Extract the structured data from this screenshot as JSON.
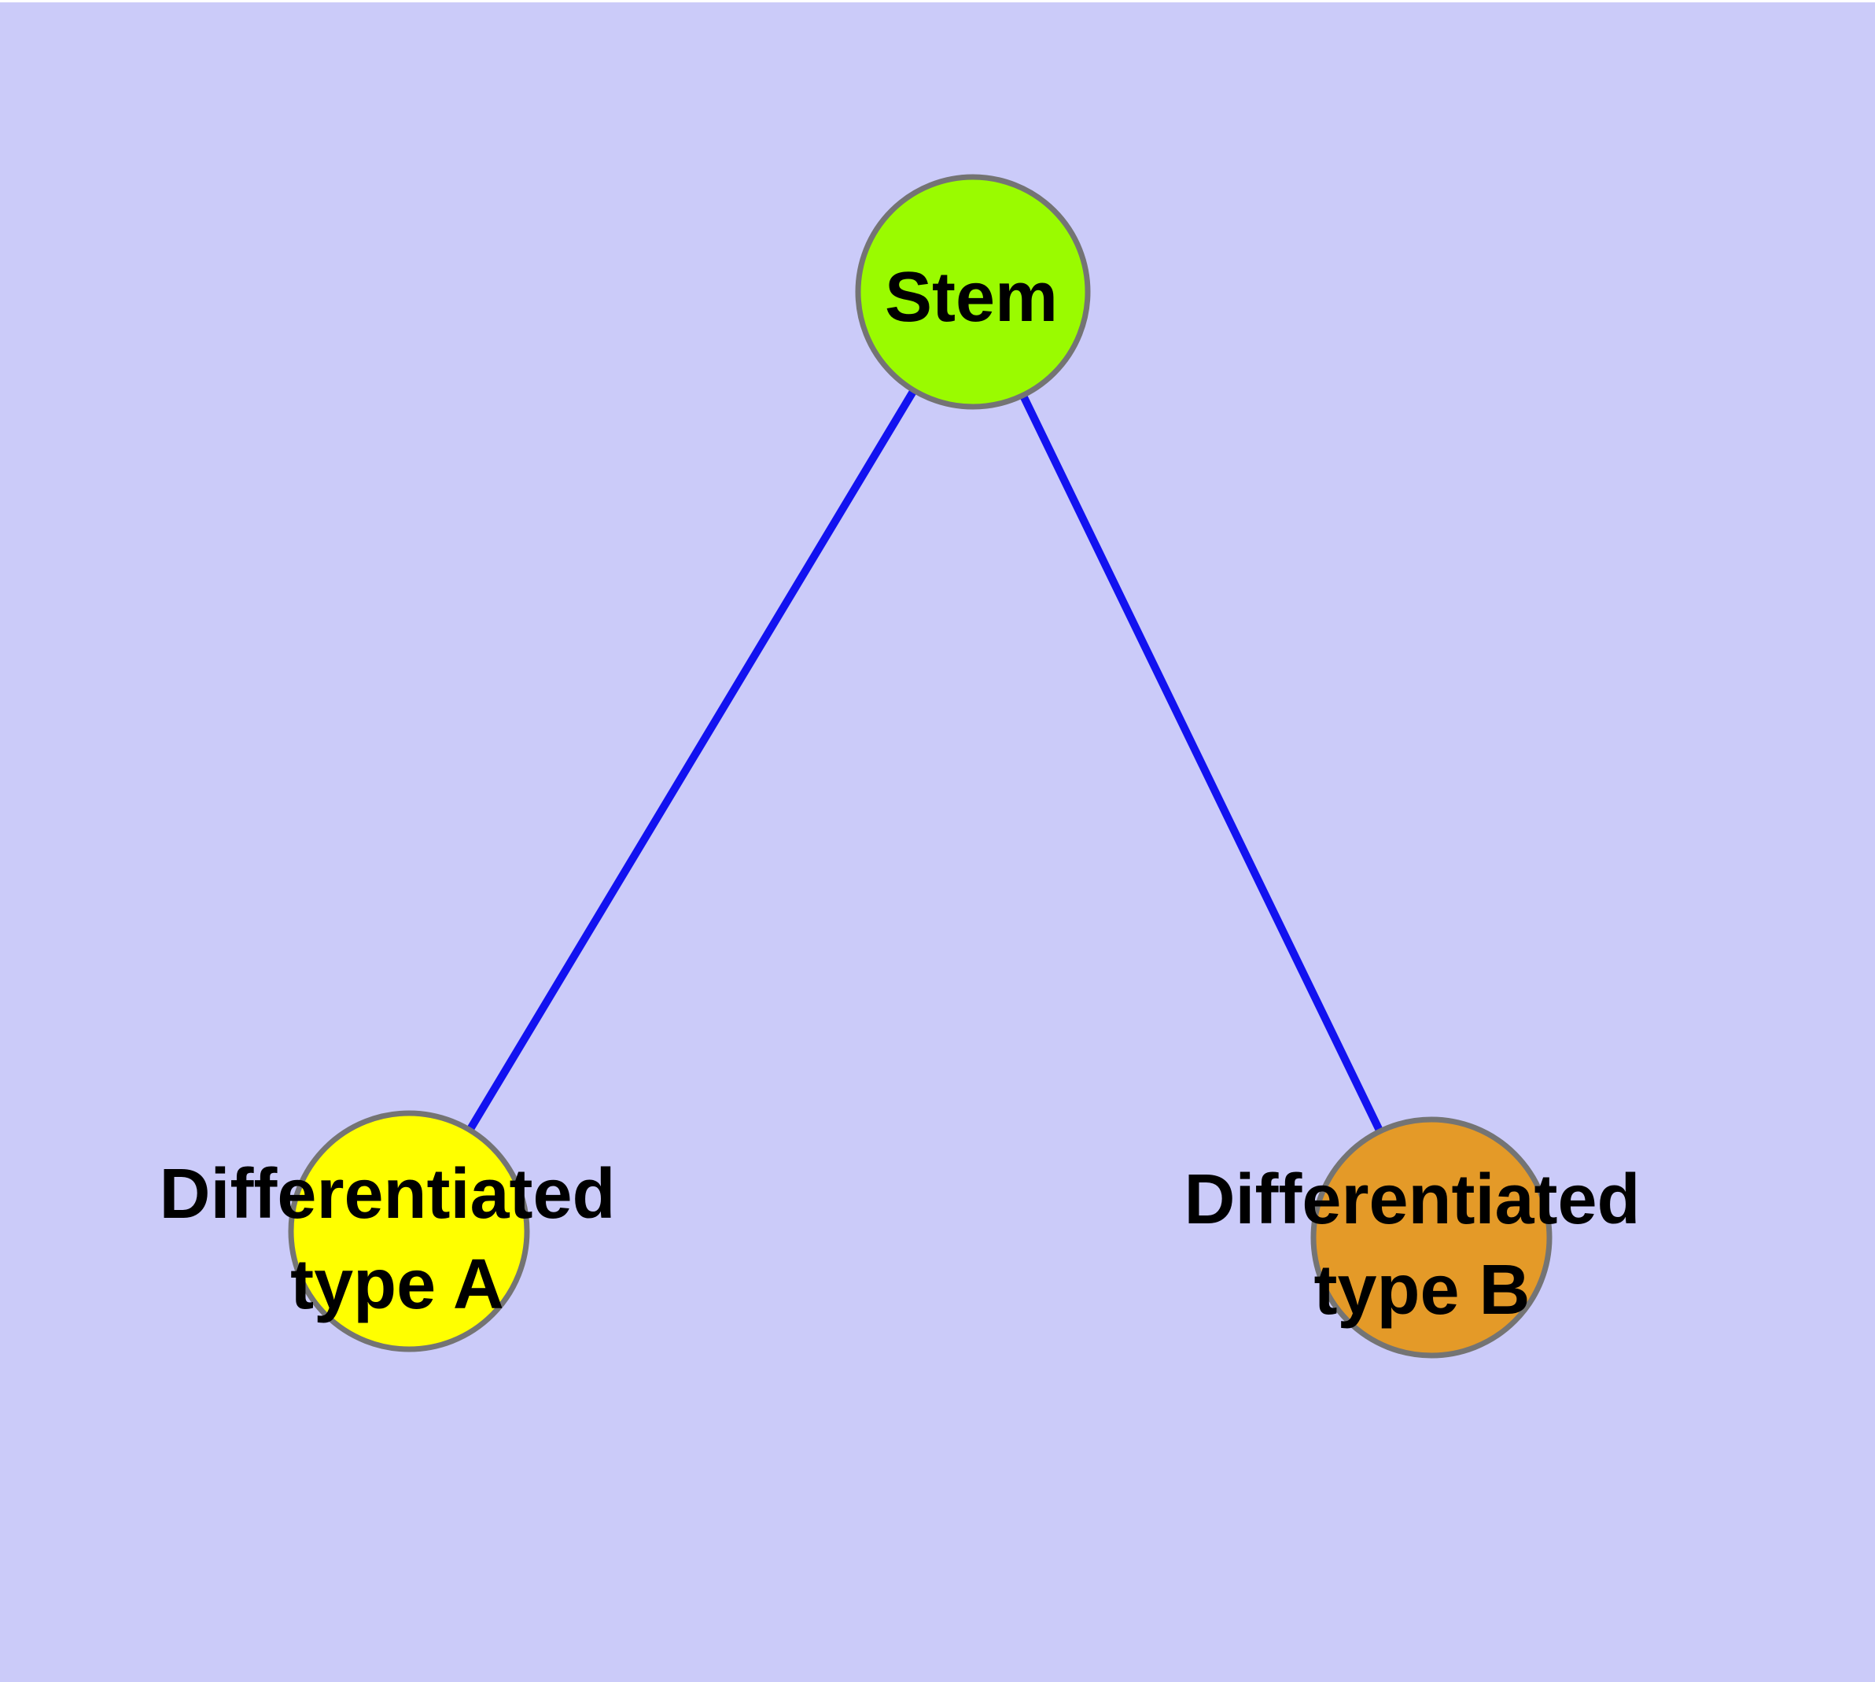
{
  "diagram": {
    "background_color": "#CBCBF9",
    "edge_color": "#1212F0",
    "nodes": {
      "stem": {
        "label": "Stem",
        "fill": "#9AFB00"
      },
      "type_a": {
        "label": "Differentiated type A",
        "label_line1": "Differentiated",
        "label_line2": "type A",
        "fill": "#FFFF00"
      },
      "type_b": {
        "label": "Differentiated type B",
        "label_line1": "Differentiated",
        "label_line2": "type B",
        "fill": "#E49A28"
      }
    },
    "edges": [
      {
        "from": "Stem",
        "to": "Differentiated type A"
      },
      {
        "from": "Stem",
        "to": "Differentiated type B"
      }
    ]
  }
}
